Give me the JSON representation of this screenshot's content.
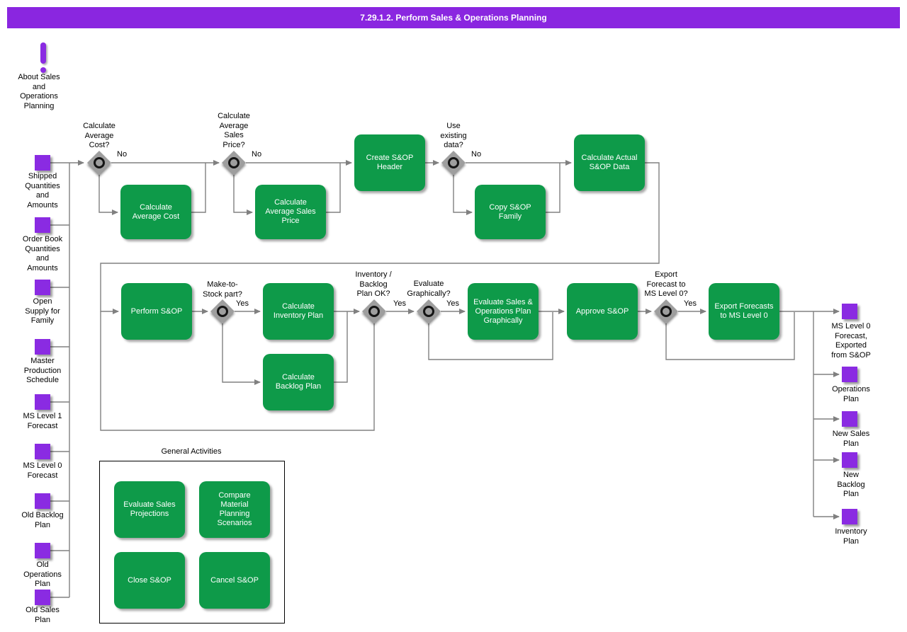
{
  "header": {
    "title": "7.29.1.2. Perform Sales & Operations Planning"
  },
  "about": {
    "label": "About Sales\nand\nOperations\nPlanning"
  },
  "inputs": [
    {
      "label": "Shipped\nQuantities\nand\nAmounts"
    },
    {
      "label": "Order Book\nQuantities\nand\nAmounts"
    },
    {
      "label": "Open\nSupply for\nFamily"
    },
    {
      "label": "Master\nProduction\nSchedule"
    },
    {
      "label": "MS Level 1\nForecast"
    },
    {
      "label": "MS Level 0\nForecast"
    },
    {
      "label": "Old Backlog\nPlan"
    },
    {
      "label": "Old\nOperations\nPlan"
    },
    {
      "label": "Old Sales\nPlan"
    }
  ],
  "outputs": [
    {
      "label": "MS Level 0\nForecast,\nExported\nfrom S&OP"
    },
    {
      "label": "Operations\nPlan"
    },
    {
      "label": "New Sales\nPlan"
    },
    {
      "label": "New\nBacklog\nPlan"
    },
    {
      "label": "Inventory\nPlan"
    }
  ],
  "processes": [
    {
      "label": "Calculate\nAverage Cost"
    },
    {
      "label": "Calculate\nAverage Sales\nPrice"
    },
    {
      "label": "Create S&OP\nHeader"
    },
    {
      "label": "Copy S&OP\nFamily"
    },
    {
      "label": "Calculate Actual\nS&OP Data"
    },
    {
      "label": "Perform S&OP"
    },
    {
      "label": "Calculate\nInventory Plan"
    },
    {
      "label": "Calculate\nBacklog Plan"
    },
    {
      "label": "Evaluate Sales &\nOperations Plan\nGraphically"
    },
    {
      "label": "Approve S&OP"
    },
    {
      "label": "Export Forecasts\nto MS Level 0"
    }
  ],
  "decisions": [
    {
      "label": "Calculate\nAverage\nCost?",
      "branch": "No"
    },
    {
      "label": "Calculate\nAverage\nSales\nPrice?",
      "branch": "No"
    },
    {
      "label": "Use\nexisting\ndata?",
      "branch": "No"
    },
    {
      "label": "Make-to-\nStock part?",
      "branch": "Yes"
    },
    {
      "label": "Inventory /\nBacklog\nPlan OK?",
      "branch": "Yes"
    },
    {
      "label": "Evaluate\nGraphically?",
      "branch": "Yes"
    },
    {
      "label": "Export\nForecast to\nMS Level 0?",
      "branch": "Yes"
    }
  ],
  "general": {
    "title": "General Activities",
    "items": [
      {
        "label": "Evaluate Sales\nProjections"
      },
      {
        "label": "Compare\nMaterial\nPlanning\nScenarios"
      },
      {
        "label": "Close S&OP"
      },
      {
        "label": "Cancel S&OP"
      }
    ]
  },
  "colors": {
    "purple": "#8A2BE2",
    "green": "#0E9A49",
    "line": "#808080"
  }
}
